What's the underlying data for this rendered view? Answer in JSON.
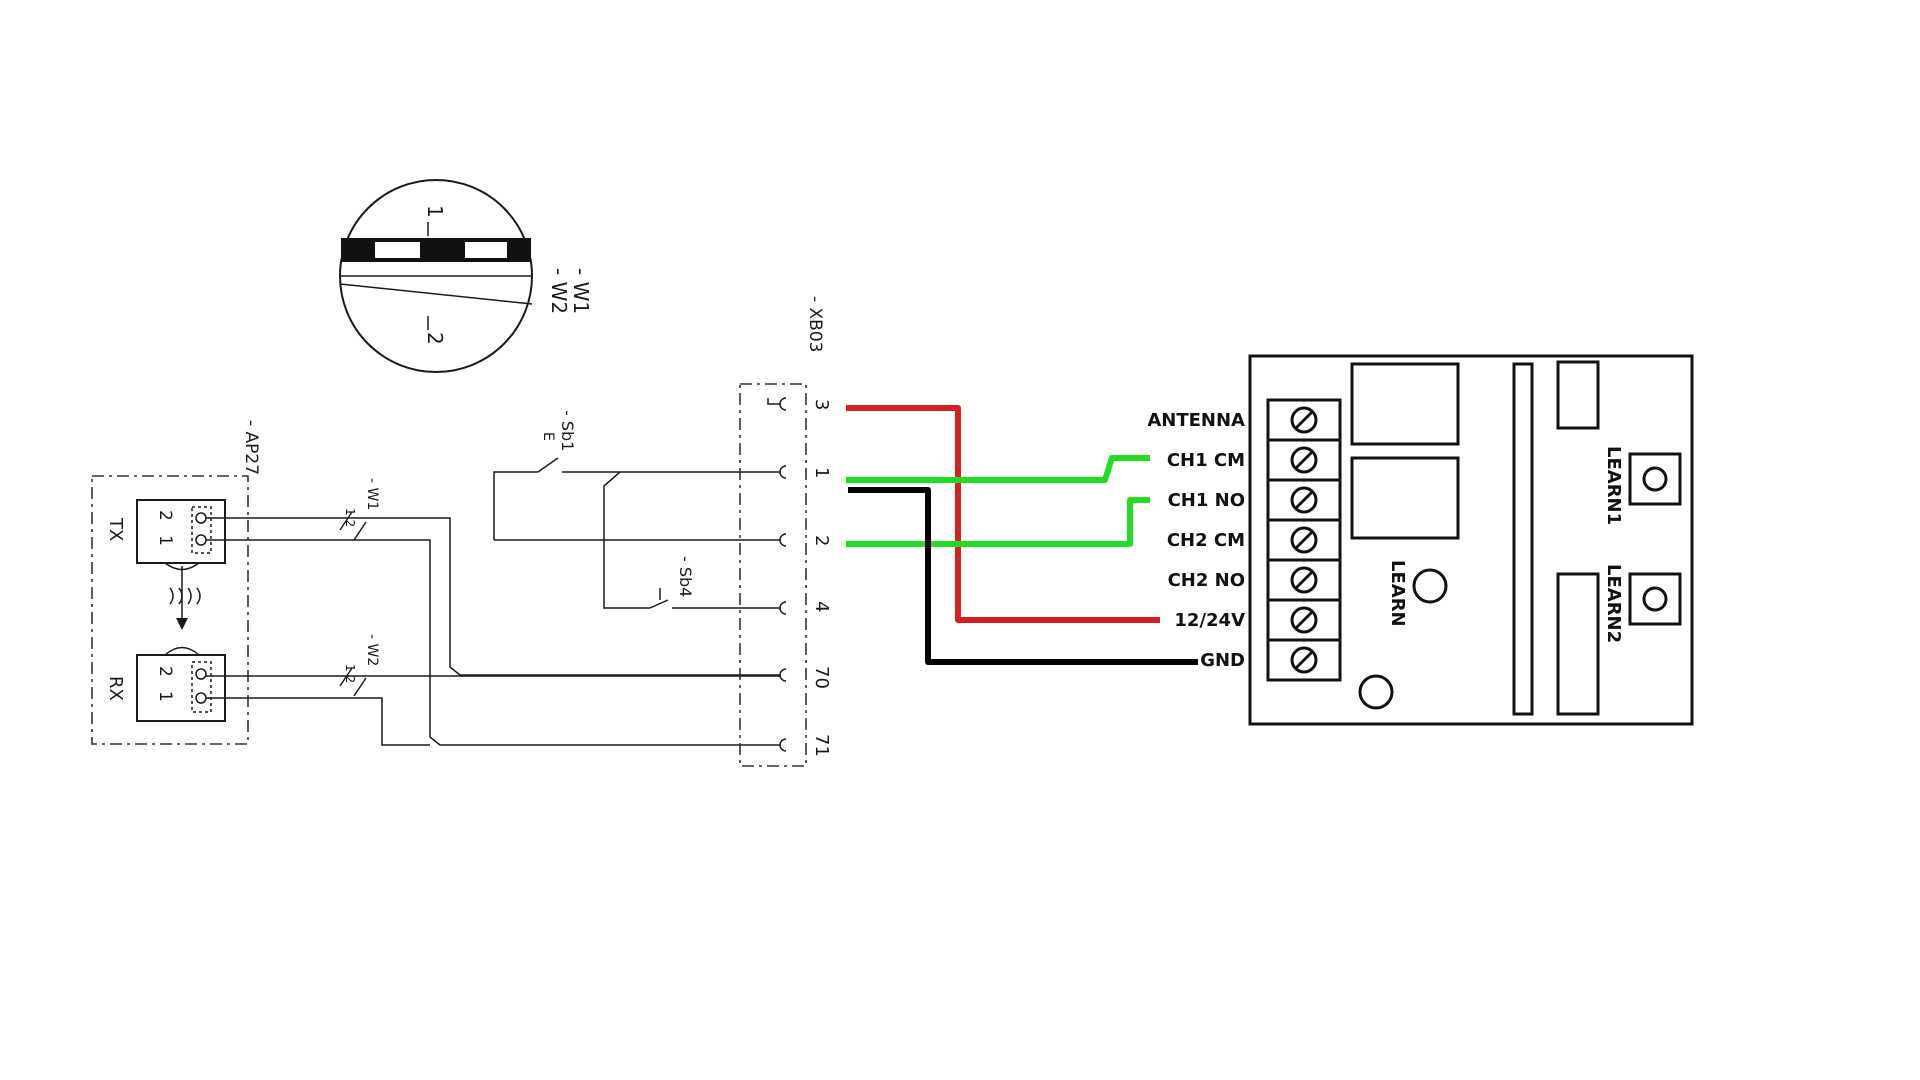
{
  "cable_detail": {
    "conductor_1": "1",
    "conductor_2": "2",
    "label_w1": "- W1",
    "label_w2": "- W2"
  },
  "ap27": {
    "label": "- AP27",
    "tx_label": "TX",
    "rx_label": "RX",
    "pin_2": "2",
    "pin_1": "1",
    "w1_label": "- W1",
    "w2_label": "- W2",
    "wire_nums": "1 2"
  },
  "switches": {
    "sb1_label": "- Sb1",
    "sb1_sub": "E",
    "sb4_label": "- Sb4"
  },
  "xb03": {
    "label": "- XB03",
    "terminals": [
      "3",
      "1",
      "2",
      "4",
      "70",
      "71"
    ]
  },
  "receiver": {
    "terminal_labels": [
      "ANTENNA",
      "CH1 CM",
      "CH1 NO",
      "CH2 CM",
      "CH2 NO",
      "12/24V",
      "GND"
    ],
    "learn_label": "LEARN",
    "learn1_label": "LEARN1",
    "learn2_label": "LEARN2"
  },
  "colors": {
    "power_wire": "#d42020",
    "signal_wire": "#22dd22",
    "ground_wire": "#000000"
  }
}
